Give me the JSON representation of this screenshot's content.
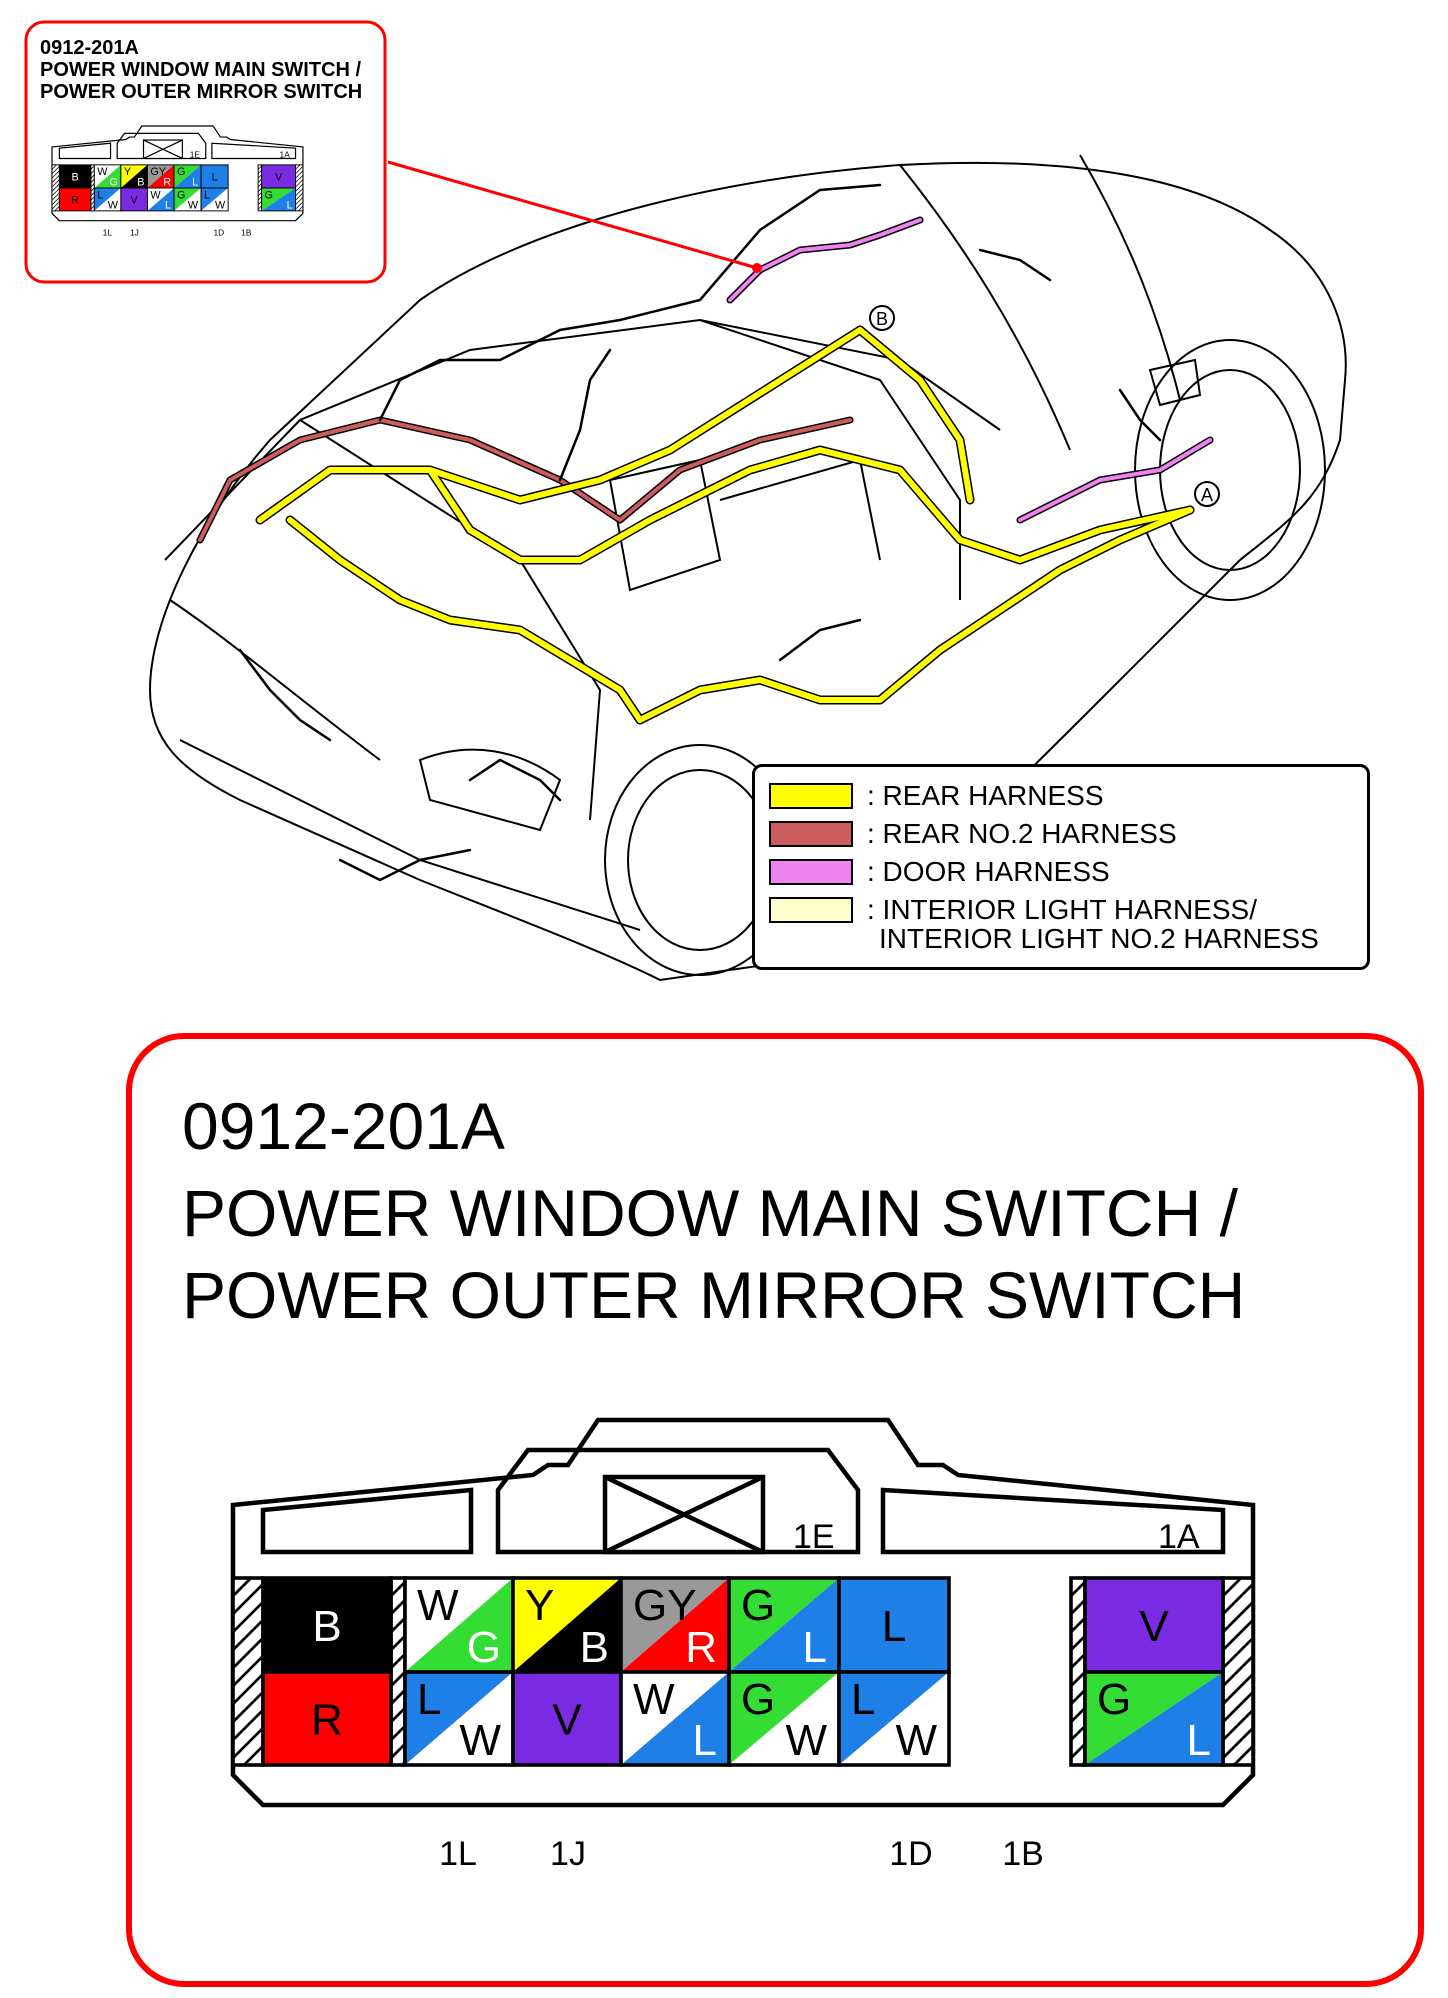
{
  "inset": {
    "code": "0912-201A",
    "title_line1": "POWER WINDOW MAIN SWITCH /",
    "title_line2": "POWER OUTER MIRROR SWITCH"
  },
  "main": {
    "code": "0912-201A",
    "title_line1": "POWER WINDOW MAIN SWITCH /",
    "title_line2": "POWER OUTER MIRROR SWITCH"
  },
  "callouts": {
    "a": "A",
    "b": "B"
  },
  "legend": [
    {
      "label": ": REAR HARNESS",
      "color": "#ffff00"
    },
    {
      "label": ": REAR NO.2 HARNESS",
      "color": "#cd5c5c"
    },
    {
      "label": ": DOOR HARNESS",
      "color": "#ee82ee"
    },
    {
      "label": ": INTERIOR LIGHT HARNESS/",
      "label2": "INTERIOR LIGHT NO.2 HARNESS",
      "color": "#ffffcc"
    }
  ],
  "connector": {
    "top_labels": {
      "e1": "1E",
      "a1": "1A"
    },
    "bottom_labels": [
      "1L",
      "1J",
      "1D",
      "1B"
    ],
    "colors": {
      "B": "#000000",
      "R": "#ff0000",
      "W": "#ffffff",
      "G": "#33dd33",
      "Y": "#ffff00",
      "GY": "#999999",
      "L": "#1e7fe6",
      "V": "#7a2be2"
    },
    "pins_top": [
      {
        "c1": "B",
        "c2": ""
      },
      {
        "c1": "W",
        "c2": "G"
      },
      {
        "c1": "Y",
        "c2": "B"
      },
      {
        "c1": "GY",
        "c2": "R"
      },
      {
        "c1": "G",
        "c2": "L"
      },
      {
        "c1": "L",
        "c2": ""
      },
      {
        "c1": "V",
        "c2": ""
      }
    ],
    "pins_bottom": [
      {
        "c1": "R",
        "c2": ""
      },
      {
        "c1": "L",
        "c2": "W"
      },
      {
        "c1": "V",
        "c2": ""
      },
      {
        "c1": "W",
        "c2": "L"
      },
      {
        "c1": "G",
        "c2": "W"
      },
      {
        "c1": "L",
        "c2": "W"
      },
      {
        "c1": "G",
        "c2": "L"
      }
    ]
  }
}
